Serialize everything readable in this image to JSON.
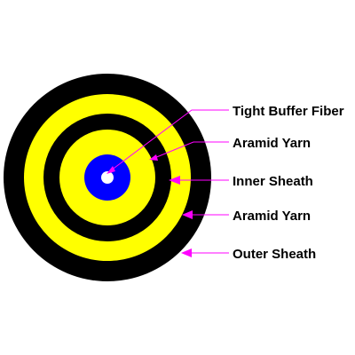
{
  "diagram": {
    "rings": [
      {
        "name": "outer-sheath-ring",
        "color": "#000000"
      },
      {
        "name": "outer-aramid-yarn-ring",
        "color": "#ffff00"
      },
      {
        "name": "inner-sheath-ring",
        "color": "#000000"
      },
      {
        "name": "inner-aramid-yarn-ring",
        "color": "#ffff00"
      },
      {
        "name": "tight-buffer-ring",
        "color": "#0000ff"
      },
      {
        "name": "fiber-core",
        "color": "#ffffff"
      }
    ],
    "leader_color": "#ff00ff",
    "labels": [
      {
        "text": "Tight Buffer Fiber"
      },
      {
        "text": "Aramid Yarn"
      },
      {
        "text": "Inner Sheath"
      },
      {
        "text": "Aramid Yarn"
      },
      {
        "text": "Outer Sheath"
      }
    ]
  }
}
